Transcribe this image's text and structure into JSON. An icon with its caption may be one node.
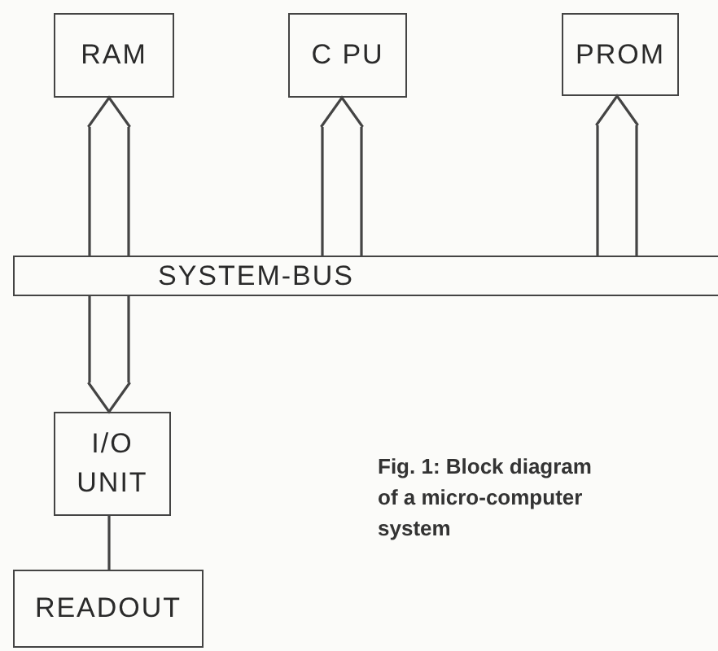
{
  "diagram": {
    "caption": "Fig. 1: Block diagram of a micro-computer system",
    "nodes": [
      {
        "text": [
          "RAM"
        ]
      },
      {
        "text": [
          "C PU"
        ]
      },
      {
        "text": [
          "PROM"
        ]
      },
      {
        "text": [
          "SYSTEM-BUS"
        ]
      },
      {
        "text": [
          "I/O UNIT"
        ]
      },
      {
        "text": [
          "READOUT"
        ]
      }
    ],
    "edges": [
      {
        "from": 3,
        "to": 0,
        "arrow": "to"
      },
      {
        "from": 3,
        "to": 1,
        "arrow": "to"
      },
      {
        "from": 3,
        "to": 2,
        "arrow": "to"
      },
      {
        "from": 3,
        "to": 4,
        "arrow": "to"
      },
      {
        "from": 4,
        "to": 5,
        "arrow": "none"
      }
    ]
  }
}
